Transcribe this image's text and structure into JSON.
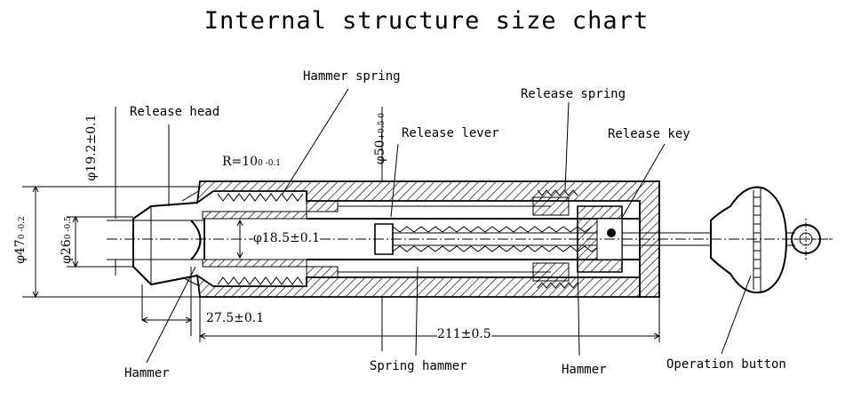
{
  "title": "Internal structure size chart",
  "labels": {
    "hammer_spring": "Hammer spring",
    "release_head": "Release head",
    "release_spring": "Release spring",
    "release_lever": "Release lever",
    "release_key": "Release key",
    "hammer_left": "Hammer",
    "spring_hammer": "Spring hammer",
    "hammer_right": "Hammer",
    "operation_button": "Operation button"
  },
  "dimensions": {
    "d19": "φ19.2±0.1",
    "radius": "R=10",
    "radius_tol": "0 -0.1",
    "d50": "φ50",
    "d50_tol": "+0.5 0",
    "d47": "φ47",
    "d47_tol": "0 -0.2",
    "d26": "φ26",
    "d26_tol": "0 -0.5",
    "d18": "φ18.5±0.1",
    "len27": "27.5±0.1",
    "len211": "211±0.5"
  }
}
